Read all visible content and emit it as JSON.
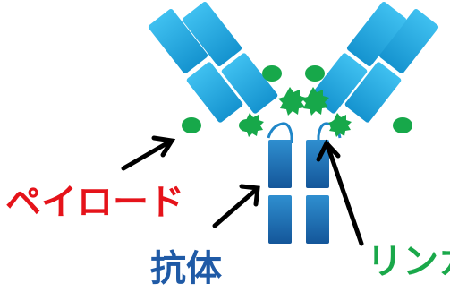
{
  "labels": {
    "payload": "ペイロード",
    "antibody": "抗体",
    "linker": "リンカ"
  },
  "colors": {
    "payload": "#e5131a",
    "antibody": "#1f5aa6",
    "linker": "#1aa84a",
    "domain_light": "#1aa6df",
    "domain_dark": "#1c75bc",
    "drug_green": "#17a84a",
    "arrow": "#000000"
  }
}
